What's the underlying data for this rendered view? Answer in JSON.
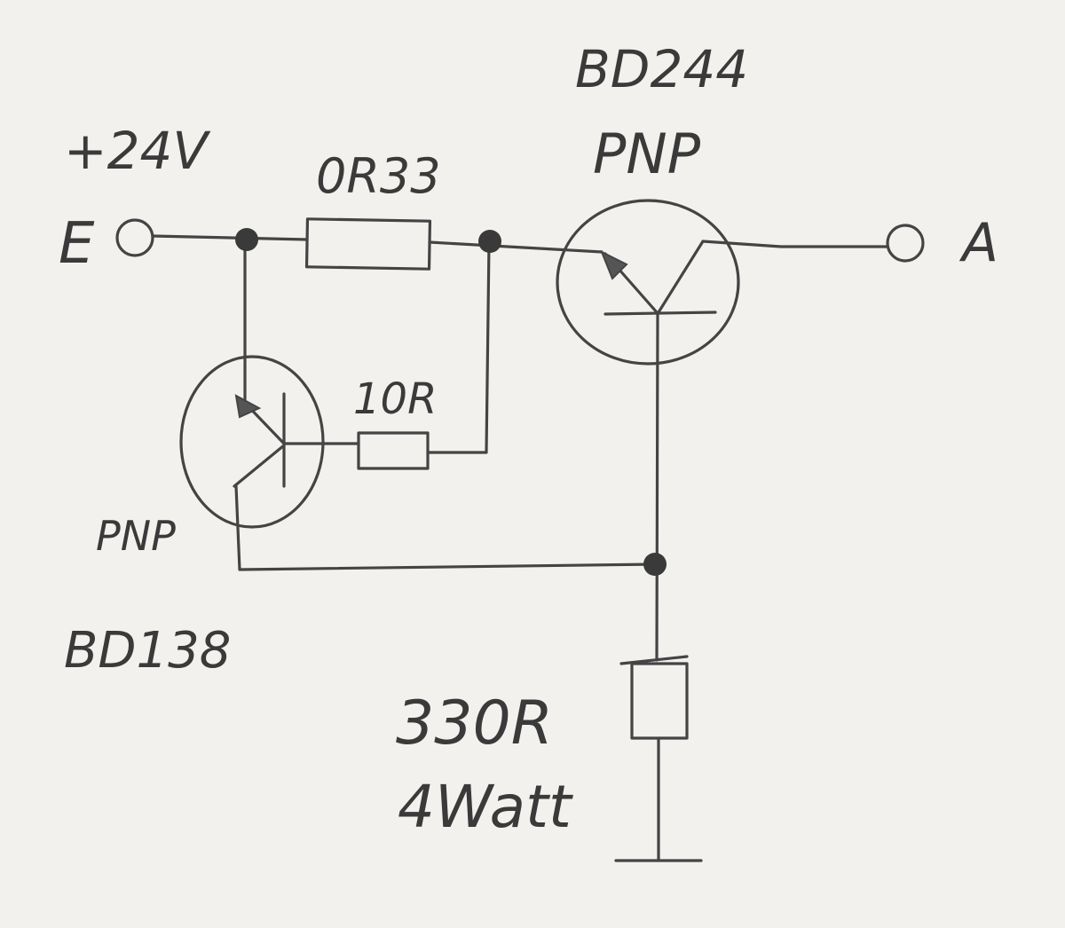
{
  "labels": {
    "supply": "+24V",
    "input_terminal": "E",
    "output_terminal": "A",
    "r_shunt": "0R33",
    "r_base": "10R",
    "r_load_value": "330R",
    "r_load_power": "4Watt",
    "q_main_part": "BD244",
    "q_main_type": "PNP",
    "q_sense_part": "BD138",
    "q_sense_type": "PNP"
  },
  "colors": {
    "paper": "#f2f1ee",
    "pencil": "#444444"
  }
}
